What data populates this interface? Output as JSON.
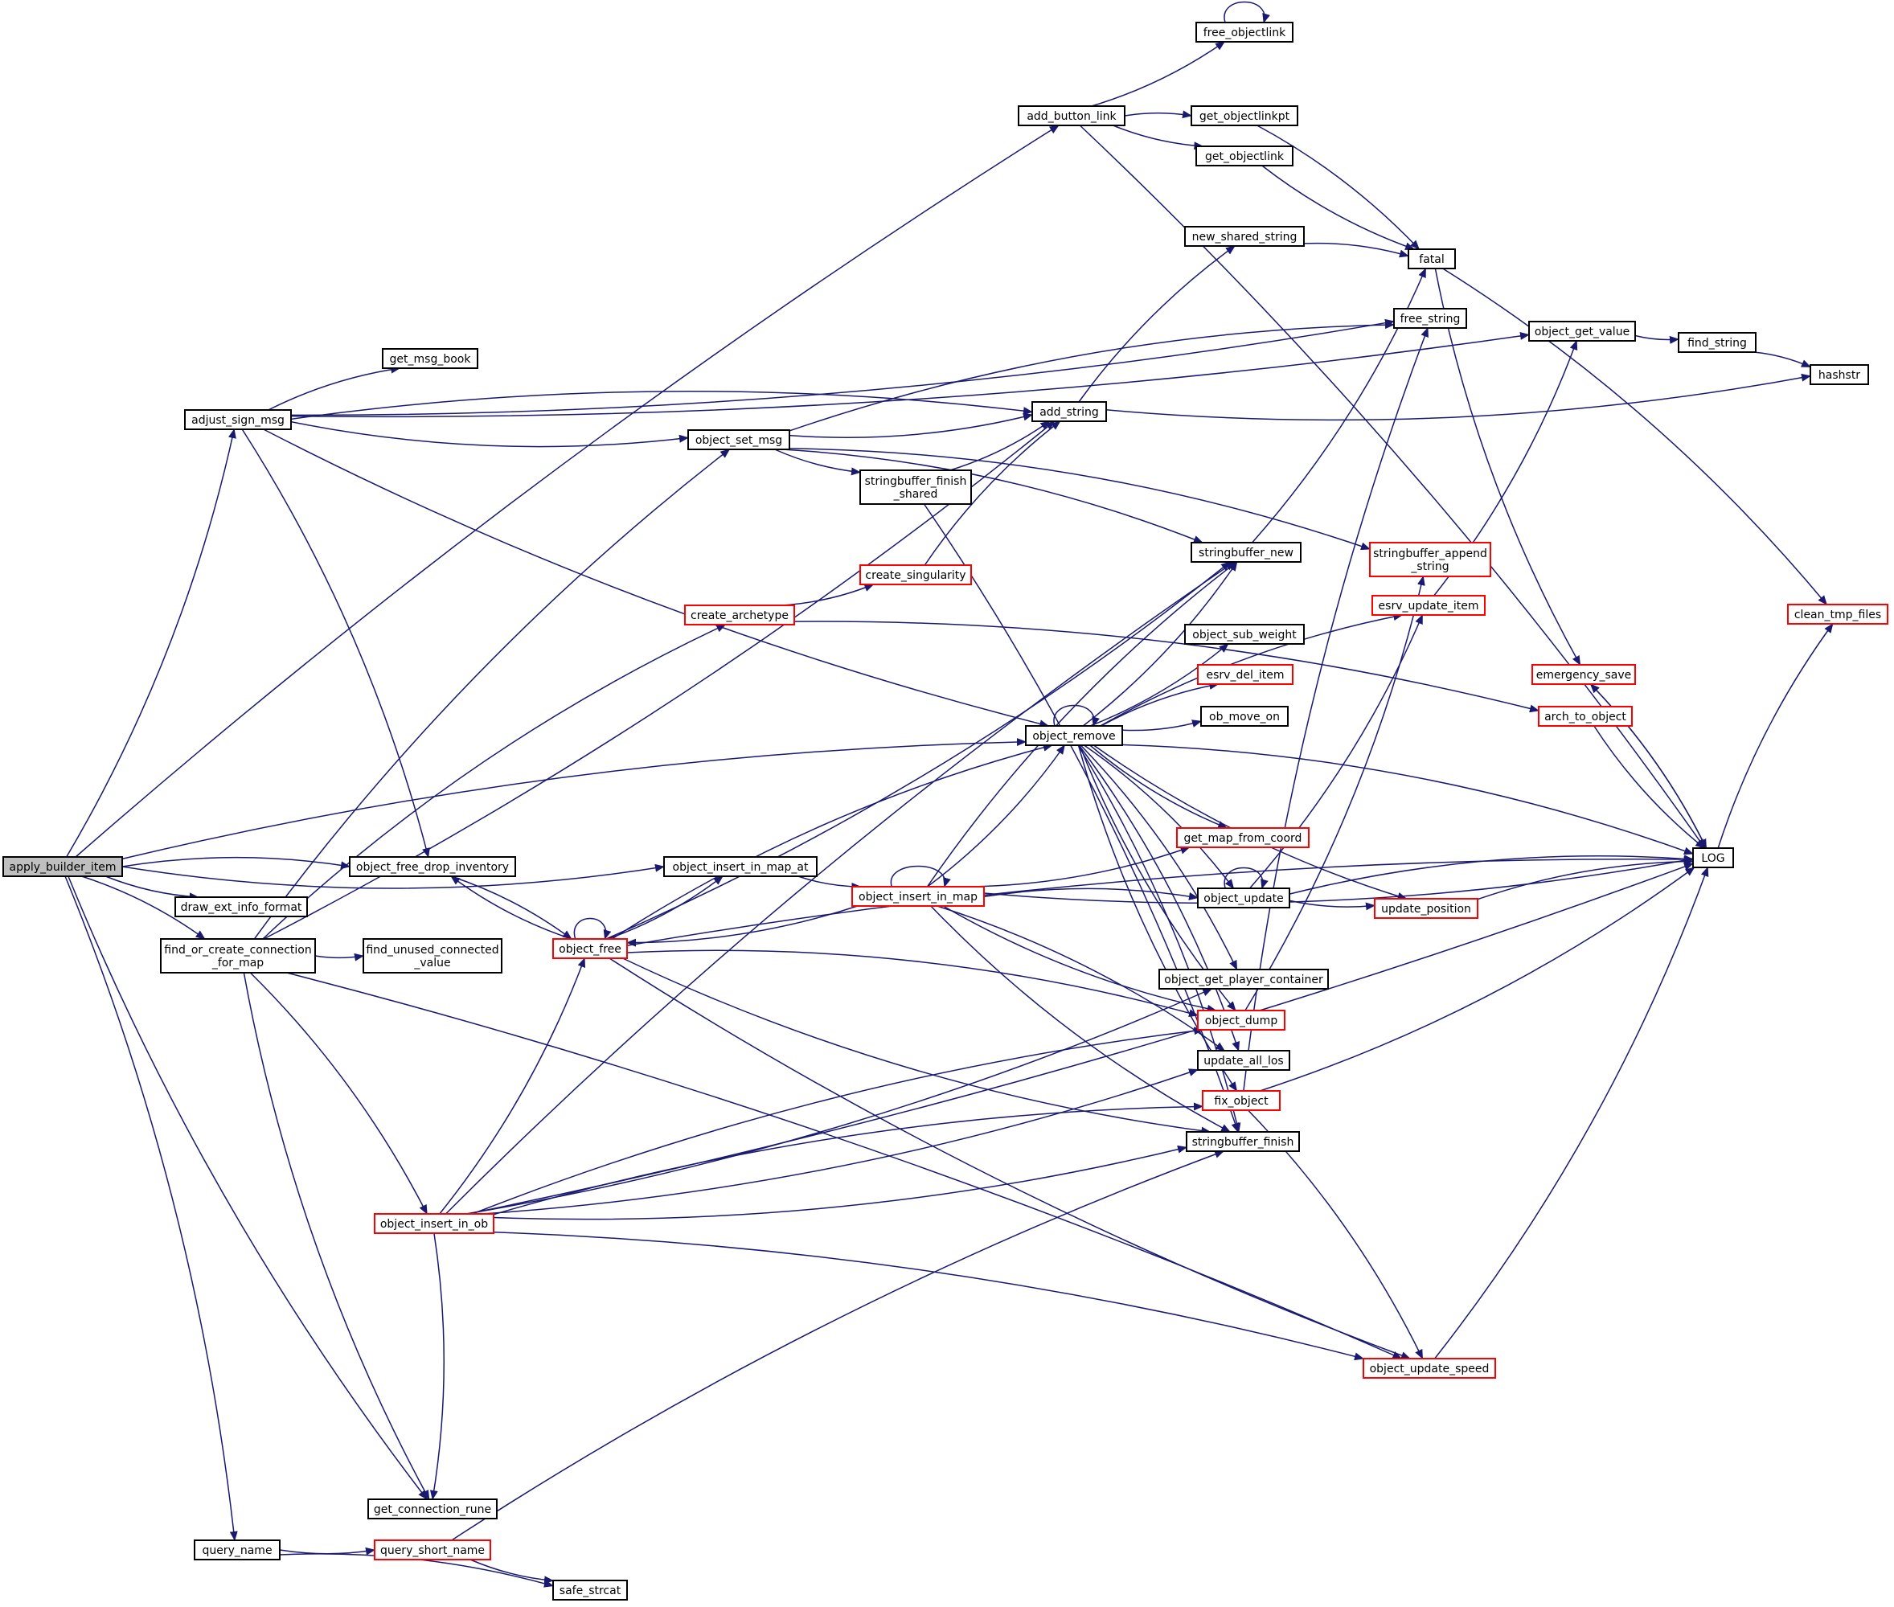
{
  "colors": {
    "edge": "#191970",
    "border_documented": "#000000",
    "border_truncated": "#ff0000",
    "root_fill": "#bfbfbf",
    "node_fill": "#ffffff"
  },
  "nodes": [
    {
      "id": "apply_builder_item",
      "label": "apply_builder_item",
      "style": "root"
    },
    {
      "id": "add_button_link",
      "label": "add_button_link",
      "style": "black"
    },
    {
      "id": "free_objectlink",
      "label": "free_objectlink",
      "style": "black"
    },
    {
      "id": "get_objectlinkpt",
      "label": "get_objectlinkpt",
      "style": "black"
    },
    {
      "id": "get_objectlink",
      "label": "get_objectlink",
      "style": "black"
    },
    {
      "id": "new_shared_string",
      "label": "new_shared_string",
      "style": "black"
    },
    {
      "id": "fatal",
      "label": "fatal",
      "style": "black"
    },
    {
      "id": "free_string",
      "label": "free_string",
      "style": "black"
    },
    {
      "id": "object_get_value",
      "label": "object_get_value",
      "style": "black"
    },
    {
      "id": "find_string",
      "label": "find_string",
      "style": "black"
    },
    {
      "id": "hashstr",
      "label": "hashstr",
      "style": "black"
    },
    {
      "id": "adjust_sign_msg",
      "label": "adjust_sign_msg",
      "style": "black"
    },
    {
      "id": "get_msg_book",
      "label": "get_msg_book",
      "style": "black"
    },
    {
      "id": "add_string",
      "label": "add_string",
      "style": "black"
    },
    {
      "id": "object_set_msg",
      "label": "object_set_msg",
      "style": "black"
    },
    {
      "id": "stringbuffer_finish_shared",
      "label": "stringbuffer_finish\n_shared",
      "style": "black"
    },
    {
      "id": "stringbuffer_new",
      "label": "stringbuffer_new",
      "style": "black"
    },
    {
      "id": "stringbuffer_append_string",
      "label": "stringbuffer_append\n_string",
      "style": "red"
    },
    {
      "id": "create_singularity",
      "label": "create_singularity",
      "style": "red"
    },
    {
      "id": "create_archetype",
      "label": "create_archetype",
      "style": "red"
    },
    {
      "id": "esrv_update_item",
      "label": "esrv_update_item",
      "style": "red"
    },
    {
      "id": "clean_tmp_files",
      "label": "clean_tmp_files",
      "style": "red"
    },
    {
      "id": "object_sub_weight",
      "label": "object_sub_weight",
      "style": "black"
    },
    {
      "id": "esrv_del_item",
      "label": "esrv_del_item",
      "style": "red"
    },
    {
      "id": "emergency_save",
      "label": "emergency_save",
      "style": "red"
    },
    {
      "id": "object_remove",
      "label": "object_remove",
      "style": "black"
    },
    {
      "id": "ob_move_on",
      "label": "ob_move_on",
      "style": "black"
    },
    {
      "id": "arch_to_object",
      "label": "arch_to_object",
      "style": "red"
    },
    {
      "id": "get_map_from_coord",
      "label": "get_map_from_coord",
      "style": "red"
    },
    {
      "id": "LOG",
      "label": "LOG",
      "style": "black"
    },
    {
      "id": "object_free_drop_inventory",
      "label": "object_free_drop_inventory",
      "style": "black"
    },
    {
      "id": "object_insert_in_map_at",
      "label": "object_insert_in_map_at",
      "style": "black"
    },
    {
      "id": "object_insert_in_map",
      "label": "object_insert_in_map",
      "style": "red"
    },
    {
      "id": "object_update",
      "label": "object_update",
      "style": "black"
    },
    {
      "id": "update_position",
      "label": "update_position",
      "style": "red"
    },
    {
      "id": "draw_ext_info_format",
      "label": "draw_ext_info_format",
      "style": "black"
    },
    {
      "id": "find_or_create_connection_for_map",
      "label": "find_or_create_connection\n_for_map",
      "style": "black"
    },
    {
      "id": "find_unused_connected_value",
      "label": "find_unused_connected\n_value",
      "style": "black"
    },
    {
      "id": "object_free",
      "label": "object_free",
      "style": "red"
    },
    {
      "id": "object_get_player_container",
      "label": "object_get_player_container",
      "style": "black"
    },
    {
      "id": "object_dump",
      "label": "object_dump",
      "style": "red"
    },
    {
      "id": "update_all_los",
      "label": "update_all_los",
      "style": "black"
    },
    {
      "id": "fix_object",
      "label": "fix_object",
      "style": "red"
    },
    {
      "id": "stringbuffer_finish",
      "label": "stringbuffer_finish",
      "style": "black"
    },
    {
      "id": "object_insert_in_ob",
      "label": "object_insert_in_ob",
      "style": "red"
    },
    {
      "id": "object_update_speed",
      "label": "object_update_speed",
      "style": "red"
    },
    {
      "id": "get_connection_rune",
      "label": "get_connection_rune",
      "style": "black"
    },
    {
      "id": "query_name",
      "label": "query_name",
      "style": "black"
    },
    {
      "id": "query_short_name",
      "label": "query_short_name",
      "style": "red"
    },
    {
      "id": "safe_strcat",
      "label": "safe_strcat",
      "style": "black"
    }
  ],
  "edges": [
    [
      "apply_builder_item",
      "add_button_link"
    ],
    [
      "apply_builder_item",
      "adjust_sign_msg"
    ],
    [
      "apply_builder_item",
      "object_remove"
    ],
    [
      "apply_builder_item",
      "object_insert_in_map_at"
    ],
    [
      "apply_builder_item",
      "object_free_drop_inventory"
    ],
    [
      "apply_builder_item",
      "draw_ext_info_format"
    ],
    [
      "apply_builder_item",
      "find_or_create_connection_for_map"
    ],
    [
      "apply_builder_item",
      "get_connection_rune"
    ],
    [
      "apply_builder_item",
      "query_name"
    ],
    [
      "add_button_link",
      "free_objectlink"
    ],
    [
      "add_button_link",
      "get_objectlinkpt"
    ],
    [
      "add_button_link",
      "get_objectlink"
    ],
    [
      "add_button_link",
      "LOG"
    ],
    [
      "free_objectlink",
      "free_objectlink"
    ],
    [
      "get_objectlinkpt",
      "fatal"
    ],
    [
      "get_objectlink",
      "fatal"
    ],
    [
      "new_shared_string",
      "fatal"
    ],
    [
      "fatal",
      "emergency_save"
    ],
    [
      "fatal",
      "clean_tmp_files"
    ],
    [
      "object_get_value",
      "find_string"
    ],
    [
      "find_string",
      "hashstr"
    ],
    [
      "adjust_sign_msg",
      "object_get_value"
    ],
    [
      "adjust_sign_msg",
      "add_string"
    ],
    [
      "adjust_sign_msg",
      "free_string"
    ],
    [
      "adjust_sign_msg",
      "get_msg_book"
    ],
    [
      "adjust_sign_msg",
      "object_set_msg"
    ],
    [
      "adjust_sign_msg",
      "object_free_drop_inventory"
    ],
    [
      "adjust_sign_msg",
      "object_remove"
    ],
    [
      "add_string",
      "new_shared_string"
    ],
    [
      "add_string",
      "hashstr"
    ],
    [
      "object_set_msg",
      "free_string"
    ],
    [
      "object_set_msg",
      "add_string"
    ],
    [
      "object_set_msg",
      "stringbuffer_new"
    ],
    [
      "object_set_msg",
      "stringbuffer_finish_shared"
    ],
    [
      "object_set_msg",
      "stringbuffer_append_string"
    ],
    [
      "stringbuffer_finish_shared",
      "add_string"
    ],
    [
      "stringbuffer_finish_shared",
      "stringbuffer_finish"
    ],
    [
      "stringbuffer_new",
      "fatal"
    ],
    [
      "create_singularity",
      "add_string"
    ],
    [
      "create_archetype",
      "create_singularity"
    ],
    [
      "create_archetype",
      "arch_to_object"
    ],
    [
      "esrv_update_item",
      "object_get_value"
    ],
    [
      "emergency_save",
      "LOG"
    ],
    [
      "arch_to_object",
      "LOG"
    ],
    [
      "LOG",
      "clean_tmp_files"
    ],
    [
      "LOG",
      "emergency_save"
    ],
    [
      "object_remove",
      "object_remove"
    ],
    [
      "object_remove",
      "stringbuffer_new"
    ],
    [
      "object_remove",
      "esrv_update_item"
    ],
    [
      "object_remove",
      "object_sub_weight"
    ],
    [
      "object_remove",
      "esrv_del_item"
    ],
    [
      "object_remove",
      "ob_move_on"
    ],
    [
      "object_remove",
      "LOG"
    ],
    [
      "object_remove",
      "get_map_from_coord"
    ],
    [
      "object_remove",
      "object_update"
    ],
    [
      "object_remove",
      "update_position"
    ],
    [
      "object_remove",
      "object_get_player_container"
    ],
    [
      "object_remove",
      "object_dump"
    ],
    [
      "object_remove",
      "update_all_los"
    ],
    [
      "object_remove",
      "fix_object"
    ],
    [
      "object_remove",
      "stringbuffer_finish"
    ],
    [
      "object_insert_in_map_at",
      "object_insert_in_map"
    ],
    [
      "object_insert_in_map",
      "object_insert_in_map"
    ],
    [
      "object_insert_in_map",
      "object_remove"
    ],
    [
      "object_insert_in_map",
      "stringbuffer_new"
    ],
    [
      "object_insert_in_map",
      "get_map_from_coord"
    ],
    [
      "object_insert_in_map",
      "object_update"
    ],
    [
      "object_insert_in_map",
      "LOG"
    ],
    [
      "object_insert_in_map",
      "object_free"
    ],
    [
      "object_insert_in_map",
      "object_dump"
    ],
    [
      "object_insert_in_map",
      "update_all_los"
    ],
    [
      "object_insert_in_map",
      "stringbuffer_finish"
    ],
    [
      "object_update",
      "object_update"
    ],
    [
      "object_update",
      "update_position"
    ],
    [
      "object_update",
      "LOG"
    ],
    [
      "object_update",
      "esrv_update_item"
    ],
    [
      "update_position",
      "LOG"
    ],
    [
      "object_dump",
      "stringbuffer_append_string"
    ],
    [
      "fix_object",
      "free_string"
    ],
    [
      "fix_object",
      "LOG"
    ],
    [
      "fix_object",
      "object_update_speed"
    ],
    [
      "object_update_speed",
      "LOG"
    ],
    [
      "object_free_drop_inventory",
      "object_free"
    ],
    [
      "object_free",
      "object_free"
    ],
    [
      "object_free",
      "object_free_drop_inventory"
    ],
    [
      "object_free",
      "object_insert_in_map_at"
    ],
    [
      "object_free",
      "object_remove"
    ],
    [
      "object_free",
      "stringbuffer_new"
    ],
    [
      "object_free",
      "object_dump"
    ],
    [
      "object_free",
      "stringbuffer_finish"
    ],
    [
      "object_free",
      "LOG"
    ],
    [
      "object_free",
      "object_update_speed"
    ],
    [
      "find_or_create_connection_for_map",
      "object_set_msg"
    ],
    [
      "find_or_create_connection_for_map",
      "add_string"
    ],
    [
      "find_or_create_connection_for_map",
      "create_archetype"
    ],
    [
      "find_or_create_connection_for_map",
      "find_unused_connected_value"
    ],
    [
      "find_or_create_connection_for_map",
      "object_insert_in_ob"
    ],
    [
      "find_or_create_connection_for_map",
      "get_connection_rune"
    ],
    [
      "find_or_create_connection_for_map",
      "object_update_speed"
    ],
    [
      "object_insert_in_ob",
      "object_free"
    ],
    [
      "object_insert_in_ob",
      "stringbuffer_new"
    ],
    [
      "object_insert_in_ob",
      "object_get_player_container"
    ],
    [
      "object_insert_in_ob",
      "object_dump"
    ],
    [
      "object_insert_in_ob",
      "update_all_los"
    ],
    [
      "object_insert_in_ob",
      "fix_object"
    ],
    [
      "object_insert_in_ob",
      "stringbuffer_finish"
    ],
    [
      "object_insert_in_ob",
      "object_update_speed"
    ],
    [
      "object_insert_in_ob",
      "LOG"
    ],
    [
      "object_insert_in_ob",
      "get_connection_rune"
    ],
    [
      "query_name",
      "query_short_name"
    ],
    [
      "query_name",
      "safe_strcat"
    ],
    [
      "query_short_name",
      "safe_strcat"
    ],
    [
      "query_short_name",
      "stringbuffer_finish"
    ]
  ]
}
